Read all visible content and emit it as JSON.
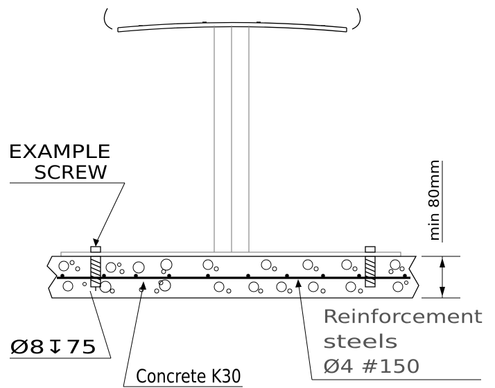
{
  "labels": {
    "screw_line1": "EXAMPLE",
    "screw_line2": "SCREW",
    "min_dim": "min 80mm",
    "bolt": "Ø8↧75",
    "concrete": "Concrete K30",
    "reinf_line1": "Reinforcement",
    "reinf_line2": "steels",
    "reinf_line3": "Ø4 #150"
  },
  "colors": {
    "line": "#000000",
    "gray_line": "#888888",
    "gray_text": "#555555"
  }
}
